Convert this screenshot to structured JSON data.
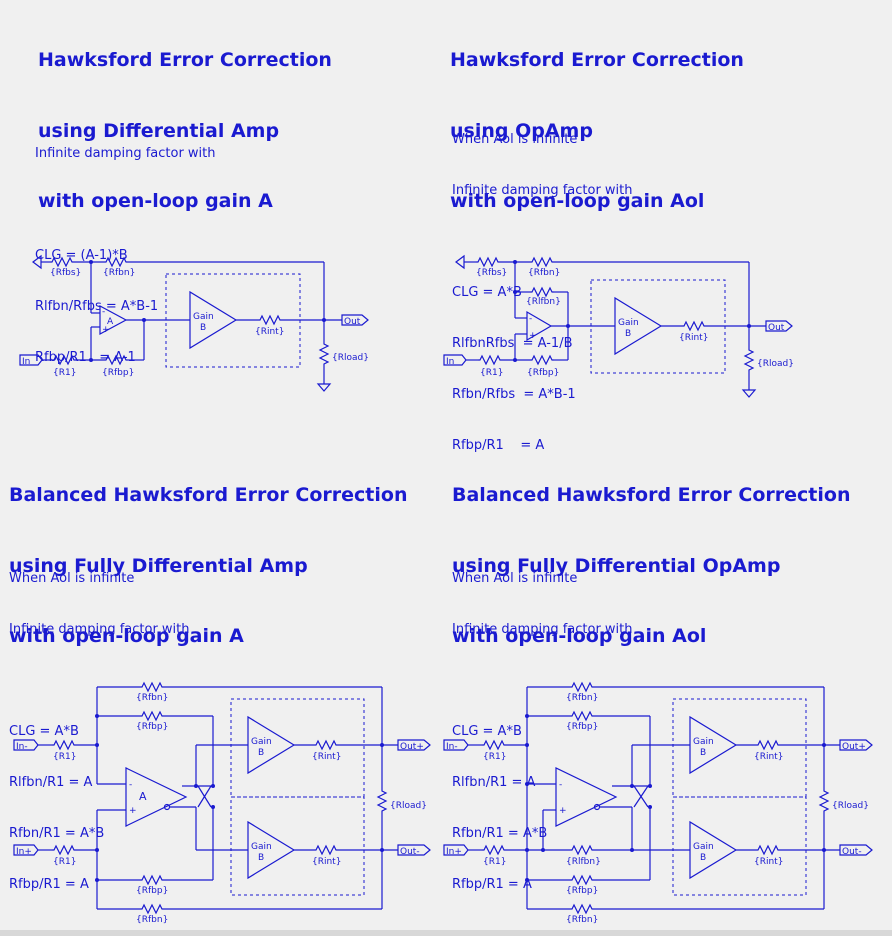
{
  "panels": {
    "tl": {
      "title": [
        "Hawksford Error Correction",
        "using Differential Amp",
        "with open-loop gain A"
      ],
      "text": [
        "Infinite damping factor with",
        "",
        "CLG = (A-1)*B",
        "Rlfbn/Rfbs = A*B-1",
        "Rfbp/R1   = A-1"
      ]
    },
    "tr": {
      "title": [
        "Hawksford Error Correction",
        "using OpAmp",
        "with open-loop gain Aol"
      ],
      "text": [
        "When Aol is infinite",
        "Infinite damping factor with",
        "",
        "CLG = A*B",
        "RlfbnRfbs  = A-1/B",
        "Rfbn/Rfbs  = A*B-1",
        "Rfbp/R1    = A"
      ]
    },
    "bl": {
      "title": [
        "Balanced Hawksford Error Correction",
        "using Fully Differential Amp",
        "with open-loop gain A"
      ],
      "text": [
        "When Aol is infinite",
        "Infinite damping factor with",
        "",
        "CLG = A*B",
        "Rlfbn/R1 = A",
        "Rfbn/R1 = A*B",
        "Rfbp/R1 = A"
      ]
    },
    "br": {
      "title": [
        "Balanced Hawksford Error Correction",
        "using Fully Differential OpAmp",
        "with open-loop gain Aol"
      ],
      "text": [
        "When Aol is infinite",
        "Infinite damping factor with",
        "",
        "CLG = A*B",
        "Rlfbn/R1 = A",
        "Rfbn/R1 = A*B",
        "Rfbp/R1 = A"
      ]
    }
  },
  "labels": {
    "rfbs": "{Rfbs}",
    "rfbn": "{Rfbn}",
    "rlfbn": "{Rlfbn}",
    "rfbp": "{Rfbp}",
    "r1": "{R1}",
    "rint": "{Rint}",
    "rload": "{Rload}",
    "in": "In",
    "out": "Out",
    "in_minus": "In-",
    "in_plus": "In+",
    "out_plus": "Out+",
    "out_minus": "Out-",
    "gain": "Gain",
    "b": "B",
    "a": "A",
    "plus": "+",
    "minus": "-"
  },
  "colors": {
    "ink": "#1a1ad0",
    "background": "#f0f0f0"
  }
}
